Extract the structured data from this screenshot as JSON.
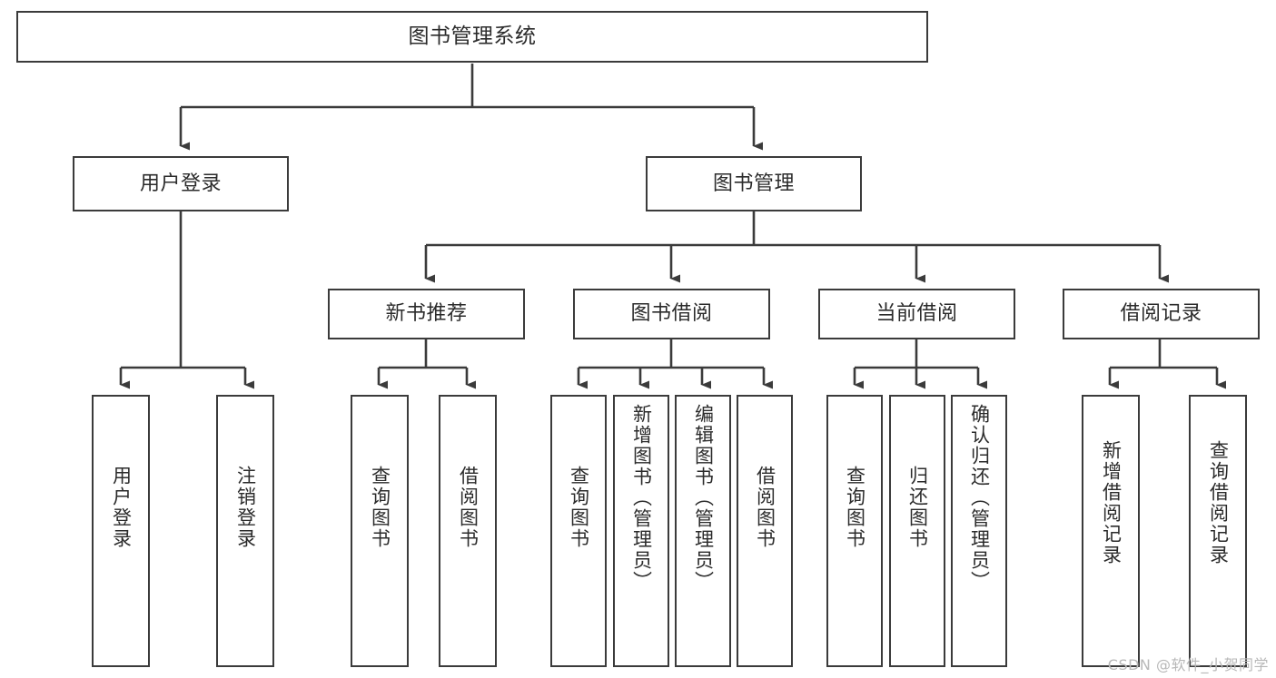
{
  "diagram": {
    "type": "tree",
    "title": "图书管理系统",
    "root": {
      "label": "图书管理系统"
    },
    "level2": [
      {
        "label": "用户登录"
      },
      {
        "label": "图书管理"
      }
    ],
    "level3": [
      {
        "label": "新书推荐"
      },
      {
        "label": "图书借阅"
      },
      {
        "label": "当前借阅"
      },
      {
        "label": "借阅记录"
      }
    ],
    "leaves": {
      "user_login": [
        {
          "label": "用户登录"
        },
        {
          "label": "注销登录"
        }
      ],
      "new_book_recommend": [
        {
          "label": "查询图书"
        },
        {
          "label": "借阅图书"
        }
      ],
      "book_borrow": [
        {
          "label": "查询图书"
        },
        {
          "label": "新增图书（管理员）"
        },
        {
          "label": "编辑图书（管理员）"
        },
        {
          "label": "借阅图书"
        }
      ],
      "current_borrow": [
        {
          "label": "查询图书"
        },
        {
          "label": "归还图书"
        },
        {
          "label": "确认归还（管理员）"
        }
      ],
      "borrow_record": [
        {
          "label": "新增借阅记录"
        },
        {
          "label": "查询借阅记录"
        }
      ]
    }
  },
  "watermark": {
    "text": "CSDN @软件_小贺同学"
  },
  "colors": {
    "line": "#3b3b3b",
    "box_border": "#3b3b3b",
    "box_fill": "#ffffff",
    "text": "#2b2b2b",
    "watermark": "#b8b8b8",
    "background": "#ffffff"
  }
}
